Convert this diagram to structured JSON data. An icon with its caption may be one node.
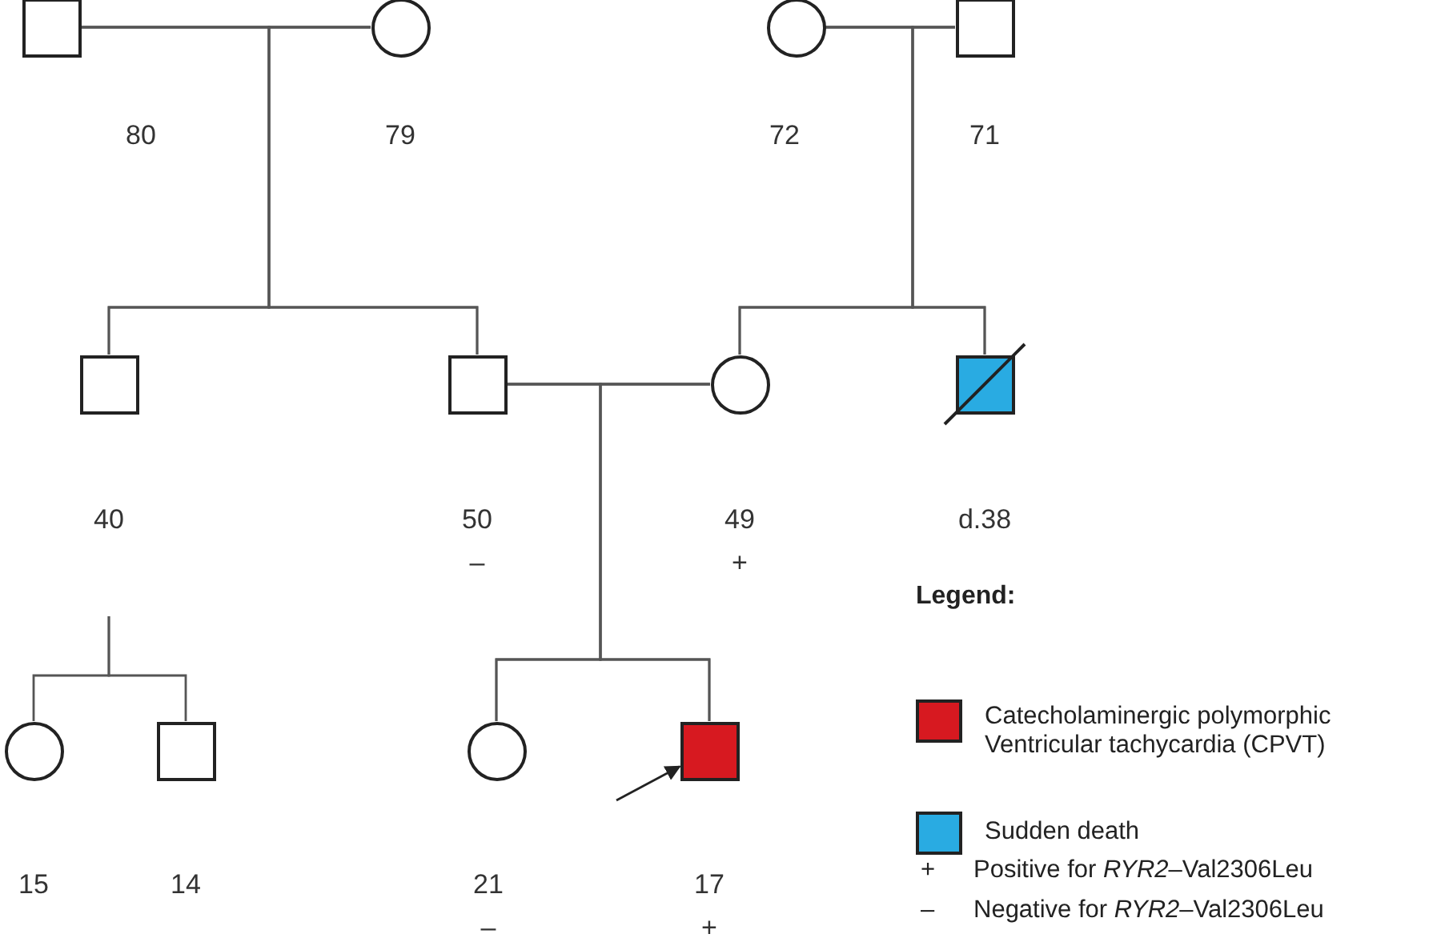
{
  "diagram": {
    "nodes": [
      {
        "text": [],
        "shape": "box",
        "beside": [
          "80"
        ]
      },
      {
        "text": [],
        "shape": "circle",
        "beside": [
          "79"
        ]
      },
      {
        "text": [],
        "shape": "circle",
        "beside": [
          "72"
        ]
      },
      {
        "text": [],
        "shape": "box",
        "beside": [
          "71"
        ]
      },
      {
        "text": [],
        "shape": "box",
        "beside": [
          "40"
        ]
      },
      {
        "text": [],
        "shape": "box",
        "beside": [
          "50",
          "–"
        ]
      },
      {
        "text": [],
        "shape": "circle",
        "beside": [
          "49",
          "+"
        ]
      },
      {
        "text": [],
        "shape": "box",
        "beside": [
          "d.38"
        ]
      },
      {
        "text": [],
        "shape": "circle",
        "beside": [
          "15"
        ]
      },
      {
        "text": [],
        "shape": "box",
        "beside": [
          "14"
        ]
      },
      {
        "text": [],
        "shape": "circle",
        "beside": [
          "21",
          "–"
        ]
      },
      {
        "text": [],
        "shape": "box",
        "beside": [
          "17",
          "+"
        ]
      }
    ],
    "edges": [
      {
        "from": 0,
        "to": 1,
        "arrow": "none"
      },
      {
        "from": 2,
        "to": 3,
        "arrow": "none"
      },
      {
        "from": 0,
        "to": 4,
        "arrow": "none"
      },
      {
        "from": 1,
        "to": 4,
        "arrow": "none"
      },
      {
        "from": 0,
        "to": 5,
        "arrow": "none"
      },
      {
        "from": 1,
        "to": 5,
        "arrow": "none"
      },
      {
        "from": 2,
        "to": 6,
        "arrow": "none"
      },
      {
        "from": 3,
        "to": 6,
        "arrow": "none"
      },
      {
        "from": 2,
        "to": 7,
        "arrow": "none"
      },
      {
        "from": 3,
        "to": 7,
        "arrow": "none"
      },
      {
        "from": 5,
        "to": 6,
        "arrow": "none"
      },
      {
        "from": 5,
        "to": 10,
        "arrow": "none"
      },
      {
        "from": 6,
        "to": 10,
        "arrow": "none"
      },
      {
        "from": 5,
        "to": 11,
        "arrow": "none"
      },
      {
        "from": 6,
        "to": 11,
        "arrow": "none"
      },
      {
        "from": null,
        "to": 8,
        "arrow": "none"
      },
      {
        "from": null,
        "to": 9,
        "arrow": "none"
      },
      {
        "from": null,
        "to": 11,
        "arrow": "to"
      }
    ],
    "labels": [
      "Legend:",
      "+",
      "–"
    ],
    "legend": [
      {
        "text": "Catecholaminergic polymorphic Ventricular tachycardia (CPVT)",
        "color": "#d71920"
      },
      {
        "text": "Sudden death",
        "color": "#29abe2"
      },
      {
        "text": "Positive for *RYR2*–Val2306Leu"
      },
      {
        "text": "Negative for *RYR2*–Val2306Leu"
      }
    ]
  }
}
